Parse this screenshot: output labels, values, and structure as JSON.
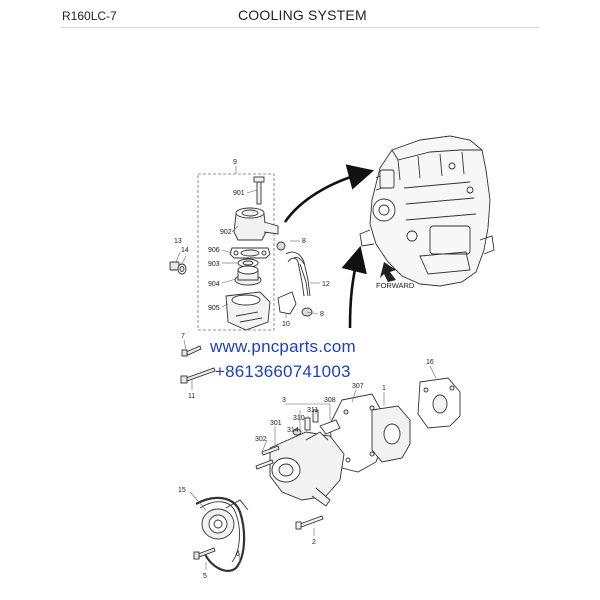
{
  "header": {
    "model": "R160LC-7",
    "title": "COOLING SYSTEM"
  },
  "watermark": {
    "url": "www.pncparts.com",
    "phone": "+8613660741003",
    "color": "#1a3fd0"
  },
  "engine_label": "FORWARD",
  "callouts": {
    "c9": "9",
    "c901": "901",
    "c902": "902",
    "c906": "906",
    "c903": "903",
    "c904": "904",
    "c905": "905",
    "c13": "13",
    "c14": "14",
    "c7": "7",
    "c8a": "8",
    "c8b": "8",
    "c12": "12",
    "c10": "10",
    "c11": "11",
    "c16": "16",
    "c307": "307",
    "c1": "1",
    "c308": "308",
    "c3": "3",
    "c311": "311",
    "c310": "310",
    "c301": "301",
    "c314": "314",
    "c302": "302",
    "c15": "15",
    "c6": "6",
    "c5": "5",
    "c2": "2"
  }
}
